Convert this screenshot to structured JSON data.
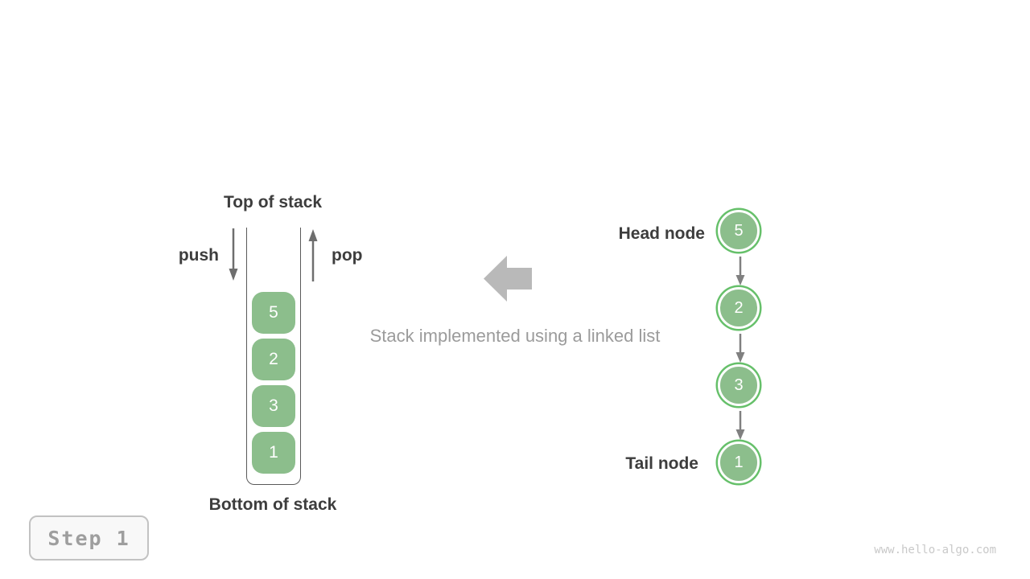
{
  "stack": {
    "top_label": "Top of stack",
    "bottom_label": "Bottom of stack",
    "push_label": "push",
    "pop_label": "pop",
    "items": [
      "5",
      "2",
      "3",
      "1"
    ]
  },
  "linked_list": {
    "head_label": "Head node",
    "tail_label": "Tail node",
    "nodes": [
      "5",
      "2",
      "3",
      "1"
    ]
  },
  "caption": "Stack implemented using a linked list",
  "step_badge": {
    "label": "Step 1"
  },
  "watermark": "www.hello-algo.com",
  "colors": {
    "node_green": "#8CBE8C",
    "node_ring_green": "#66c06a",
    "dark_text": "#3d3d3d",
    "gray_text": "#9b9b9b",
    "arrow_gray": "#6e6e6e",
    "big_arrow_gray": "#b9b9b9",
    "badge_text": "#9e9e9e",
    "watermark_gray": "#c9c9c9"
  }
}
